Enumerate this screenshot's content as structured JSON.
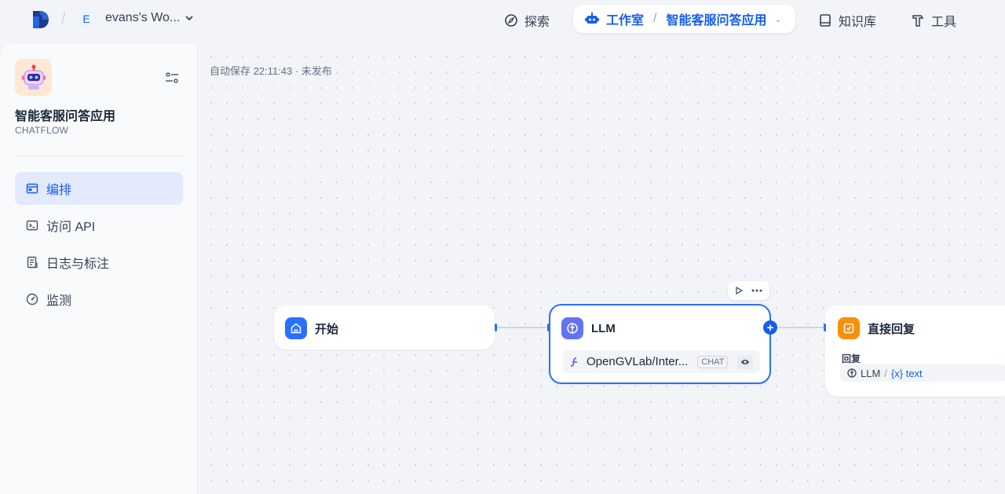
{
  "header": {
    "workspace_initial": "E",
    "workspace_name": "evans's Wo...",
    "nav": {
      "explore": "探索",
      "studio": "工作室",
      "current_app": "智能客服问答应用",
      "knowledge": "知识库",
      "tools": "工具"
    }
  },
  "sidebar": {
    "app_name": "智能客服问答应用",
    "app_type": "CHATFLOW",
    "menu": [
      {
        "label": "编排",
        "icon": "layout-icon"
      },
      {
        "label": "访问 API",
        "icon": "terminal-icon"
      },
      {
        "label": "日志与标注",
        "icon": "file-text-icon"
      },
      {
        "label": "监测",
        "icon": "gauge-icon"
      }
    ]
  },
  "canvas": {
    "autosave": "自动保存 22:11:43 · 未发布",
    "nodes": {
      "start": {
        "title": "开始"
      },
      "llm": {
        "title": "LLM",
        "model": "OpenGVLab/Inter...",
        "mode": "CHAT"
      },
      "answer": {
        "title": "直接回复",
        "field_label": "回复",
        "var_node": "LLM",
        "var_name": "{x} text"
      }
    }
  },
  "colors": {
    "accent": "#155eef",
    "start_icon": "#2970ff",
    "llm_icon": "#6172f3",
    "answer_icon": "#f79009"
  }
}
